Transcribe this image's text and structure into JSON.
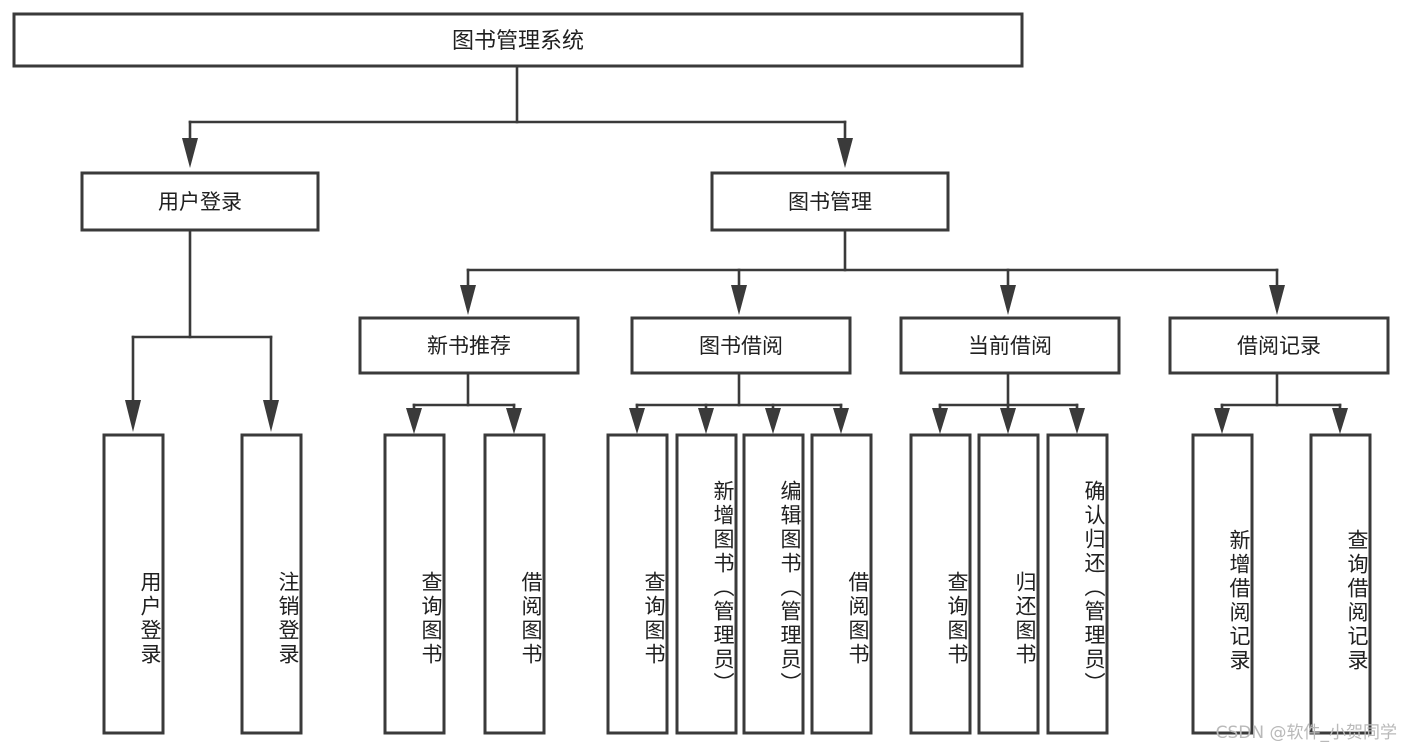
{
  "diagram": {
    "type": "tree-hierarchy",
    "root": {
      "id": "root",
      "label": "图书管理系统",
      "orientation": "horizontal"
    },
    "level1": [
      {
        "id": "user-login",
        "label": "用户登录",
        "orientation": "horizontal"
      },
      {
        "id": "book-manage",
        "label": "图书管理",
        "orientation": "horizontal"
      }
    ],
    "level2": [
      {
        "id": "new-book-rec",
        "label": "新书推荐",
        "orientation": "horizontal",
        "parent": "book-manage"
      },
      {
        "id": "book-borrow",
        "label": "图书借阅",
        "orientation": "horizontal",
        "parent": "book-manage"
      },
      {
        "id": "current-borrow",
        "label": "当前借阅",
        "orientation": "horizontal",
        "parent": "book-manage"
      },
      {
        "id": "borrow-record",
        "label": "借阅记录",
        "orientation": "horizontal",
        "parent": "book-manage"
      }
    ],
    "leaves": [
      {
        "id": "leaf-user-login",
        "label": "用户登录",
        "parent": "user-login",
        "orientation": "vertical"
      },
      {
        "id": "leaf-logout-login",
        "label": "注销登录",
        "parent": "user-login",
        "orientation": "vertical"
      },
      {
        "id": "leaf-query-book-1",
        "label": "查询图书",
        "parent": "new-book-rec",
        "orientation": "vertical"
      },
      {
        "id": "leaf-borrow-book-1",
        "label": "借阅图书",
        "parent": "new-book-rec",
        "orientation": "vertical"
      },
      {
        "id": "leaf-query-book-2",
        "label": "查询图书",
        "parent": "book-borrow",
        "orientation": "vertical"
      },
      {
        "id": "leaf-add-book",
        "label": "新增图书（管理员）",
        "parent": "book-borrow",
        "orientation": "vertical"
      },
      {
        "id": "leaf-edit-book",
        "label": "编辑图书（管理员）",
        "parent": "book-borrow",
        "orientation": "vertical"
      },
      {
        "id": "leaf-borrow-book-2",
        "label": "借阅图书",
        "parent": "book-borrow",
        "orientation": "vertical"
      },
      {
        "id": "leaf-query-book-3",
        "label": "查询图书",
        "parent": "current-borrow",
        "orientation": "vertical"
      },
      {
        "id": "leaf-return-book",
        "label": "归还图书",
        "parent": "current-borrow",
        "orientation": "vertical"
      },
      {
        "id": "leaf-confirm-return",
        "label": "确认归还（管理员）",
        "parent": "current-borrow",
        "orientation": "vertical"
      },
      {
        "id": "leaf-add-record",
        "label": "新增借阅记录",
        "parent": "borrow-record",
        "orientation": "vertical"
      },
      {
        "id": "leaf-query-record",
        "label": "查询借阅记录",
        "parent": "borrow-record",
        "orientation": "vertical"
      }
    ]
  },
  "watermark": {
    "text": "CSDN @软件_小贺同学"
  },
  "colors": {
    "stroke": "#3a3a3a",
    "box_fill": "#ffffff",
    "text": "#202020",
    "background": "#ffffff",
    "watermark": "#b9b9b9"
  }
}
